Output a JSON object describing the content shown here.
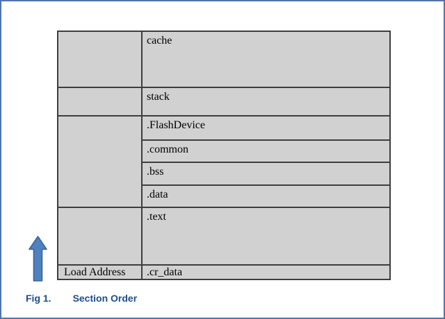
{
  "page": {
    "frame_color": "#4f74a8",
    "background_color": "#ffffff"
  },
  "table": {
    "fill_color": "#d1d1d1",
    "grid_color": "#3d3d3d",
    "left_column": {
      "rows": [
        {
          "label": ""
        },
        {
          "label": ""
        },
        {
          "label": ""
        },
        {
          "label": ""
        },
        {
          "label": "Load Address"
        }
      ]
    },
    "sections": [
      {
        "label": "cache"
      },
      {
        "label": "stack"
      },
      {
        "label": ".FlashDevice"
      },
      {
        "label": ".common"
      },
      {
        "label": ".bss"
      },
      {
        "label": ".data"
      },
      {
        "label": ".text"
      },
      {
        "label": ".cr_data"
      }
    ]
  },
  "arrow": {
    "direction": "up",
    "fill": "#4f81bd",
    "stroke": "#38639c"
  },
  "caption": {
    "fig_label": "Fig 1.",
    "title": "Section Order",
    "color": "#1e4c87"
  }
}
